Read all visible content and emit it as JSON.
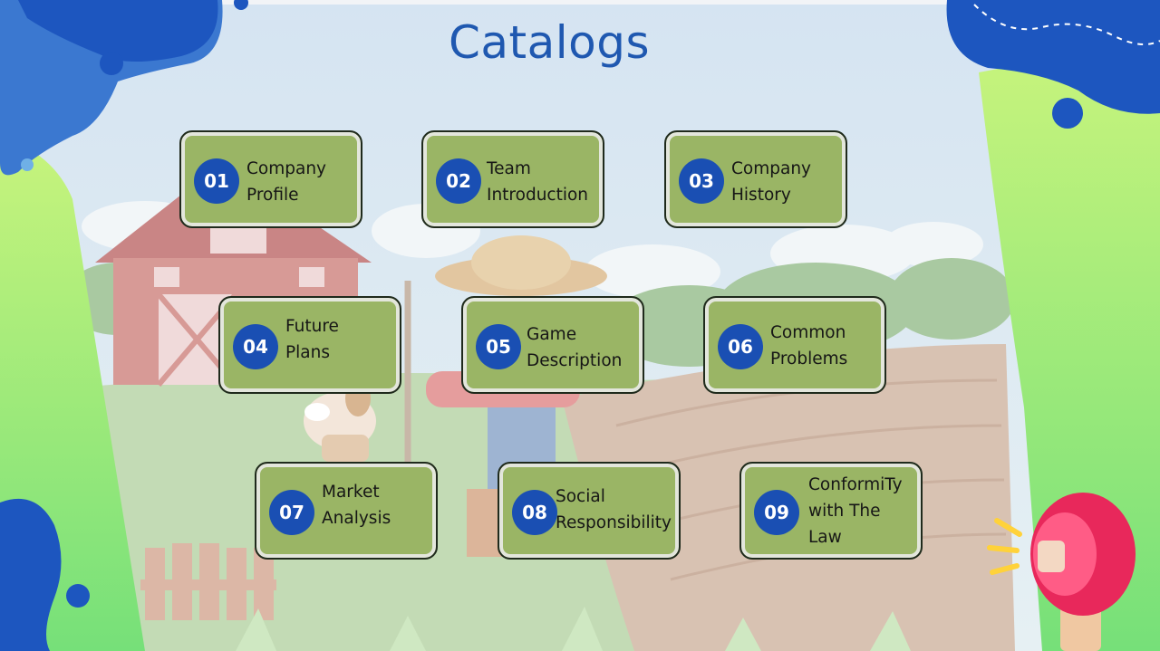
{
  "slide": {
    "title": "Catalogs",
    "catalog_items": [
      {
        "number": "01",
        "label": "Company\nProfile"
      },
      {
        "number": "02",
        "label": "Team\nIntroduction"
      },
      {
        "number": "03",
        "label": "Company\nHistory"
      },
      {
        "number": "04",
        "label": "Future\nPlans"
      },
      {
        "number": "05",
        "label": "Game\nDescription"
      },
      {
        "number": "06",
        "label": "Common\nProblems"
      },
      {
        "number": "07",
        "label": "Market\nAnalysis"
      },
      {
        "number": "08",
        "label": "Social\nResponsibility"
      },
      {
        "number": "09",
        "label": "ConformiTy\nwith The\nLaw"
      }
    ]
  },
  "colors": {
    "title": "#1f58b0",
    "card_fill": "#9ab565",
    "badge": "#1a4fb3",
    "blob_blue": "#1d56bf",
    "blob_green": "#7fe36b"
  },
  "illustration": {
    "scene": "farm-background",
    "decorations": [
      "barn-icon",
      "farmer-icon",
      "dog-icon",
      "fence-icon",
      "megaphone-icon"
    ]
  }
}
